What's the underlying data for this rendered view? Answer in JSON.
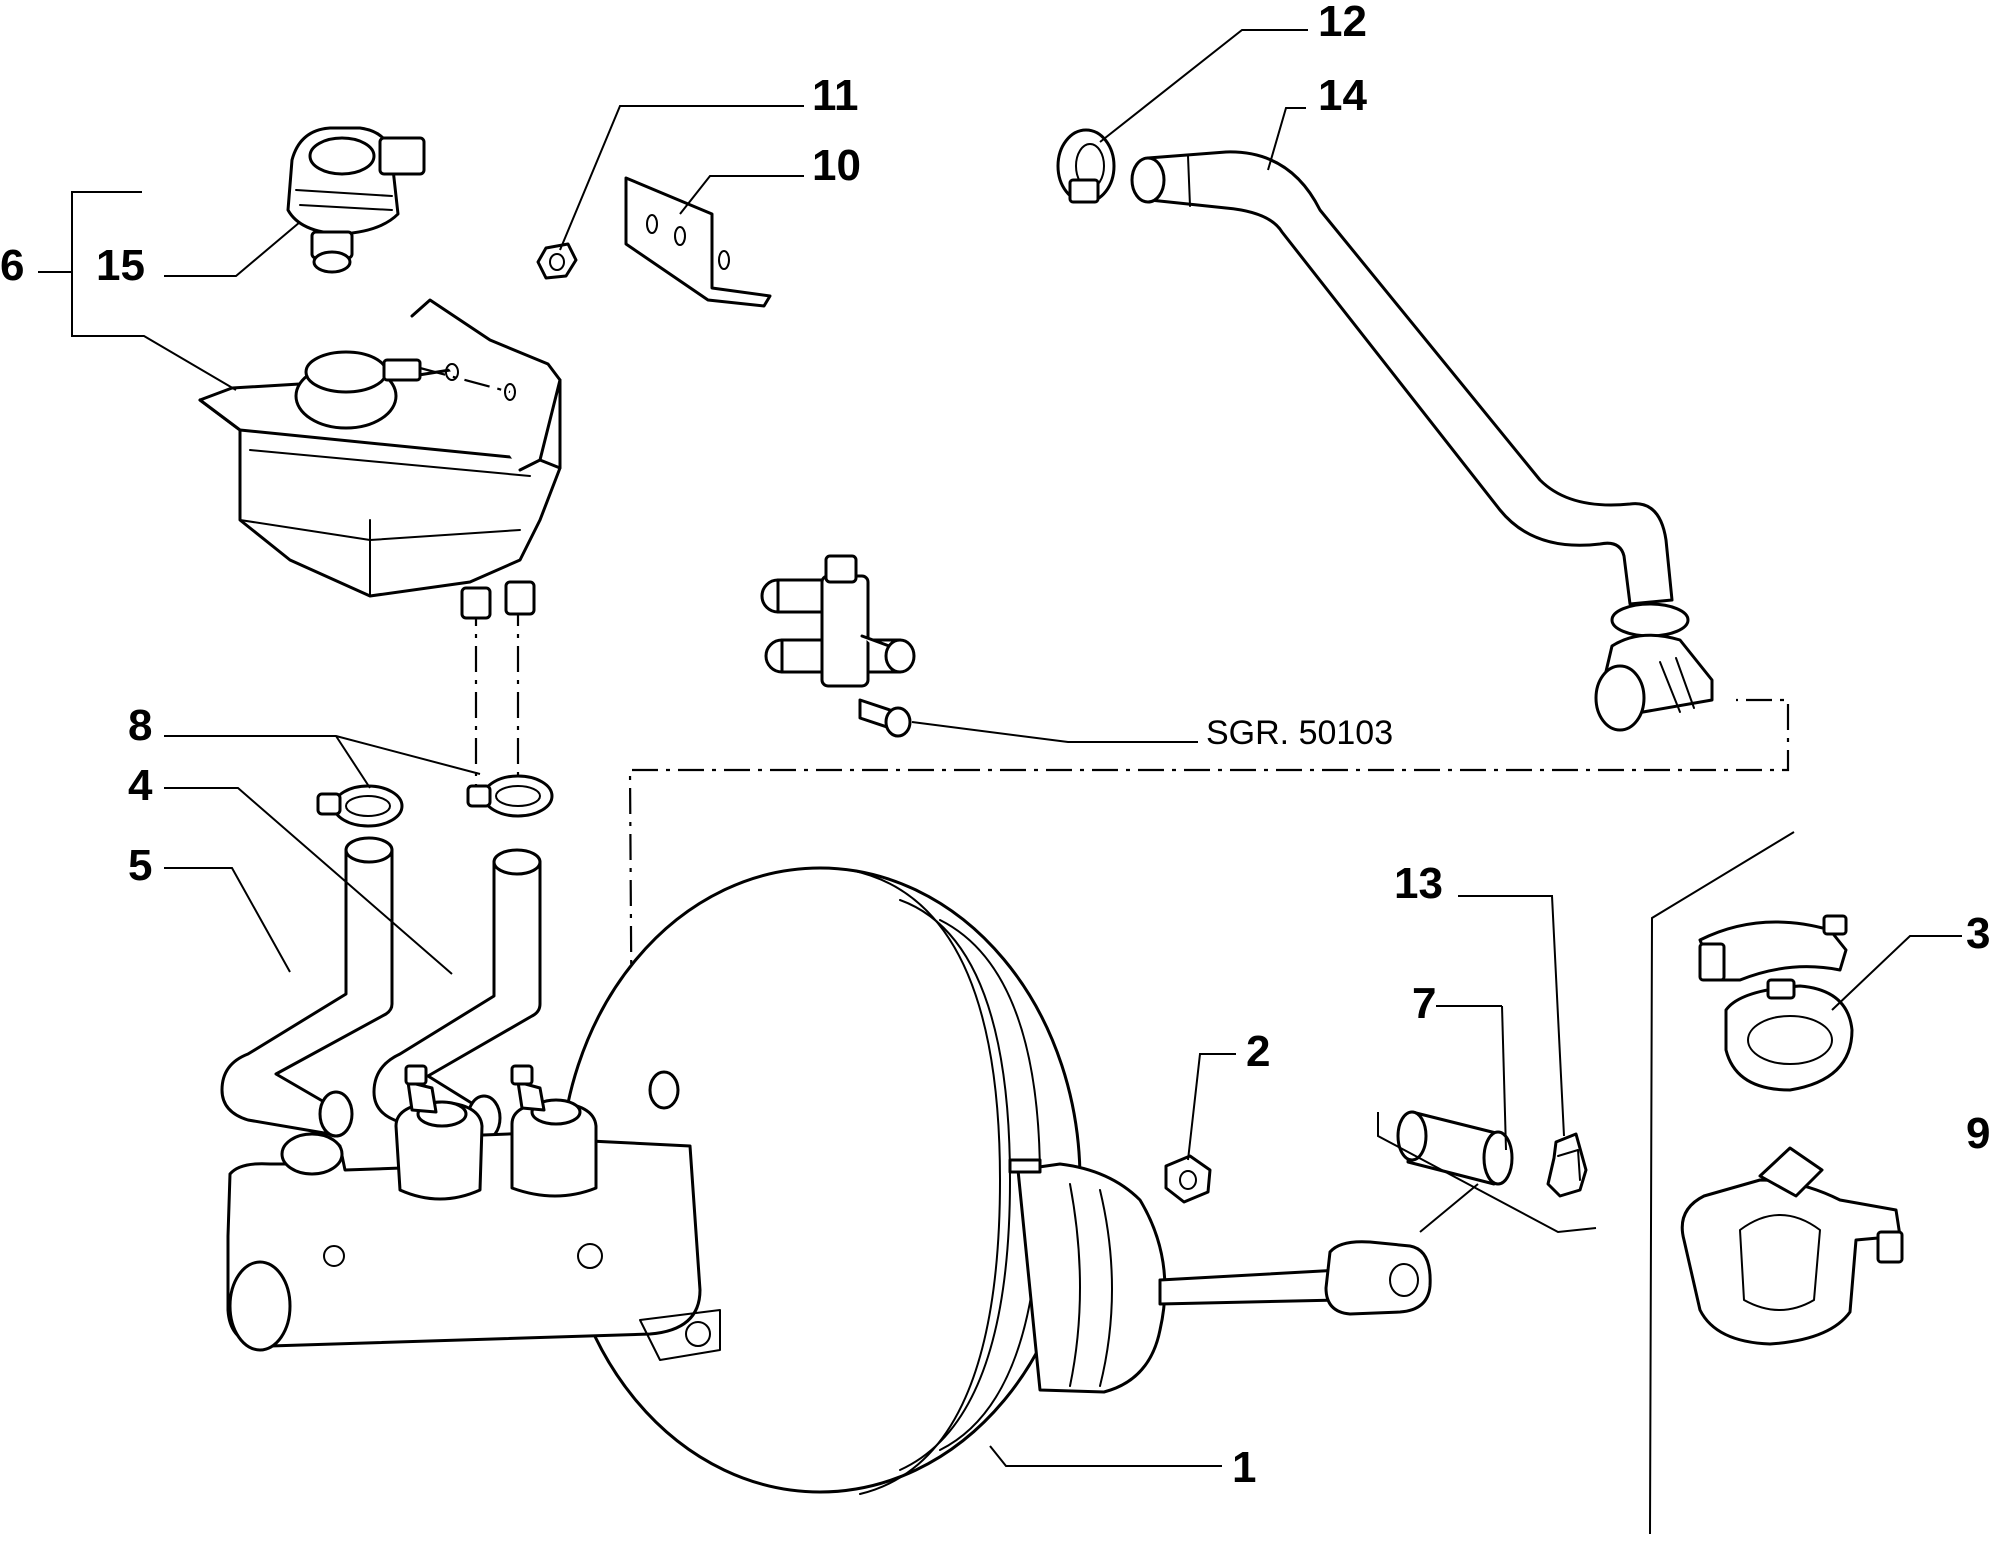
{
  "callouts": {
    "c1": "1",
    "c2": "2",
    "c3": "3",
    "c4": "4",
    "c5": "5",
    "c6": "6",
    "c7": "7",
    "c8": "8",
    "c9": "9",
    "c10": "10",
    "c11": "11",
    "c12": "12",
    "c13": "13",
    "c14": "14",
    "c15": "15"
  },
  "reference": {
    "group_code": "SGR. 50103"
  }
}
